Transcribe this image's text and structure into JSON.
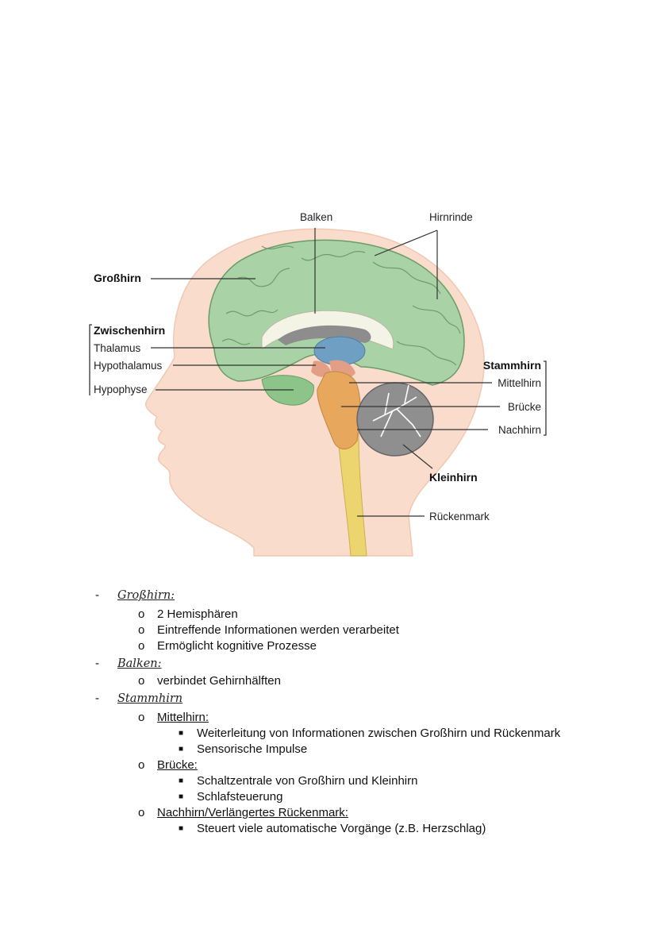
{
  "diagram": {
    "labels": {
      "balken": "Balken",
      "hirnrinde": "Hirnrinde",
      "grosshirn": "Großhirn",
      "zwischenhirn": "Zwischenhirn",
      "thalamus": "Thalamus",
      "hypothalamus": "Hypothalamus",
      "hypophyse": "Hypophyse",
      "stammhirn": "Stammhirn",
      "mittelhirn": "Mittelhirn",
      "bruecke": "Brücke",
      "nachhirn": "Nachhirn",
      "kleinhirn": "Kleinhirn",
      "rueckenmark": "Rückenmark"
    },
    "colors": {
      "head_skin": "#f9dccb",
      "cerebrum": "#a9d3a6",
      "cerebellum": "#8f8f8f",
      "thalamus": "#6f9fc2",
      "brainstem": "#e7a85d",
      "spinal_cord": "#ecd46e"
    }
  },
  "notes": {
    "section1": {
      "title": "Großhirn:",
      "items": [
        "2 Hemisphären",
        "Eintreffende Informationen werden verarbeitet",
        "Ermöglicht kognitive Prozesse"
      ]
    },
    "section2": {
      "title": "Balken:",
      "items": [
        "verbindet Gehirnhälften"
      ]
    },
    "section3": {
      "title": "Stammhirn",
      "sub1": {
        "title": "Mittelhirn:",
        "items": [
          "Weiterleitung von Informationen zwischen Großhirn und Rückenmark",
          "Sensorische Impulse"
        ]
      },
      "sub2": {
        "title": "Brücke:",
        "items": [
          "Schaltzentrale von Großhirn und Kleinhirn",
          "Schlafsteuerung"
        ]
      },
      "sub3": {
        "title": "Nachhirn/Verlängertes Rückenmark:",
        "items": [
          "Steuert viele automatische Vorgänge (z.B. Herzschlag)"
        ]
      }
    }
  }
}
